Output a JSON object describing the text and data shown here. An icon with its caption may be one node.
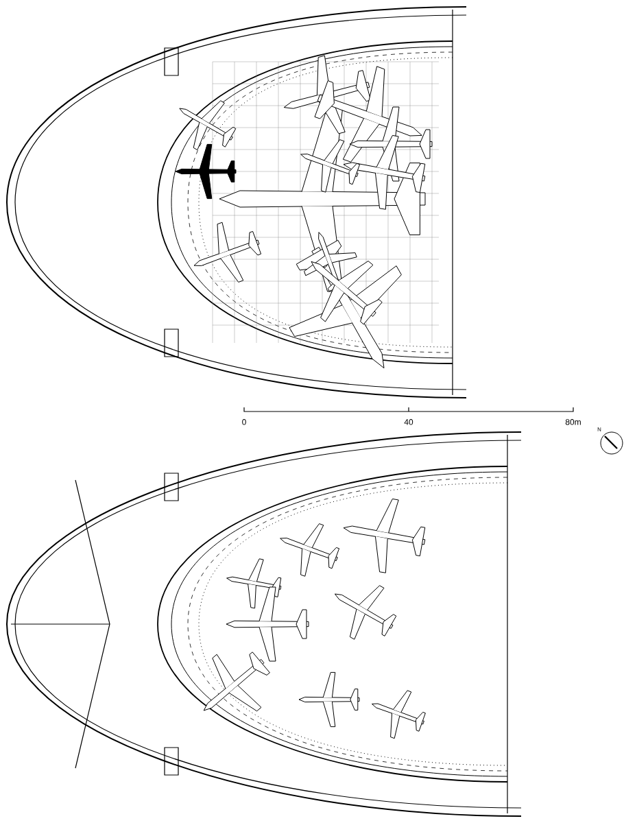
{
  "diagram": {
    "labels": [
      "0",
      "40",
      "80m",
      "N"
    ]
  }
}
